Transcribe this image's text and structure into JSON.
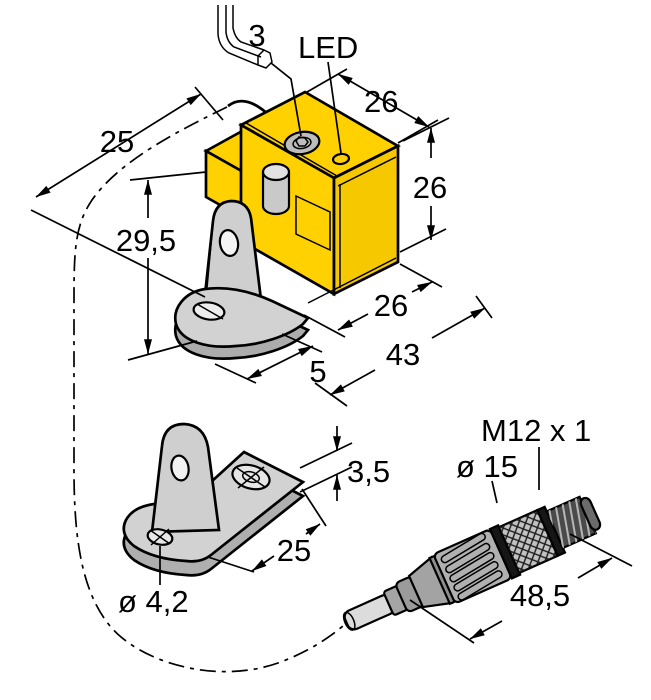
{
  "drawing": {
    "labels": {
      "hex_key_size": "3",
      "led": "LED",
      "dim_top_width": "26",
      "dim_height": "26",
      "dim_offset": "25",
      "dim_bracket_height": "29,5",
      "dim_depth": "26",
      "dim_total_length": "43",
      "dim_base_offset": "5",
      "dim_plate_thickness": "3,5",
      "dim_plate_width": "25",
      "dim_hole_diameter": "ø 4,2",
      "thread_spec": "M12 x 1",
      "dim_connector_diameter": "ø 15",
      "dim_connector_length": "48,5"
    },
    "colors": {
      "body_yellow": "#FFD100",
      "body_yellow_shade": "#F6C800",
      "outline": "#000000",
      "metal_light": "#CFCFCF",
      "metal_mid": "#B0B0B0",
      "metal_dark": "#9B9B9B",
      "band_black": "#161616",
      "cable_gray": "#DCDCDC",
      "background": "#FFFFFF"
    }
  }
}
